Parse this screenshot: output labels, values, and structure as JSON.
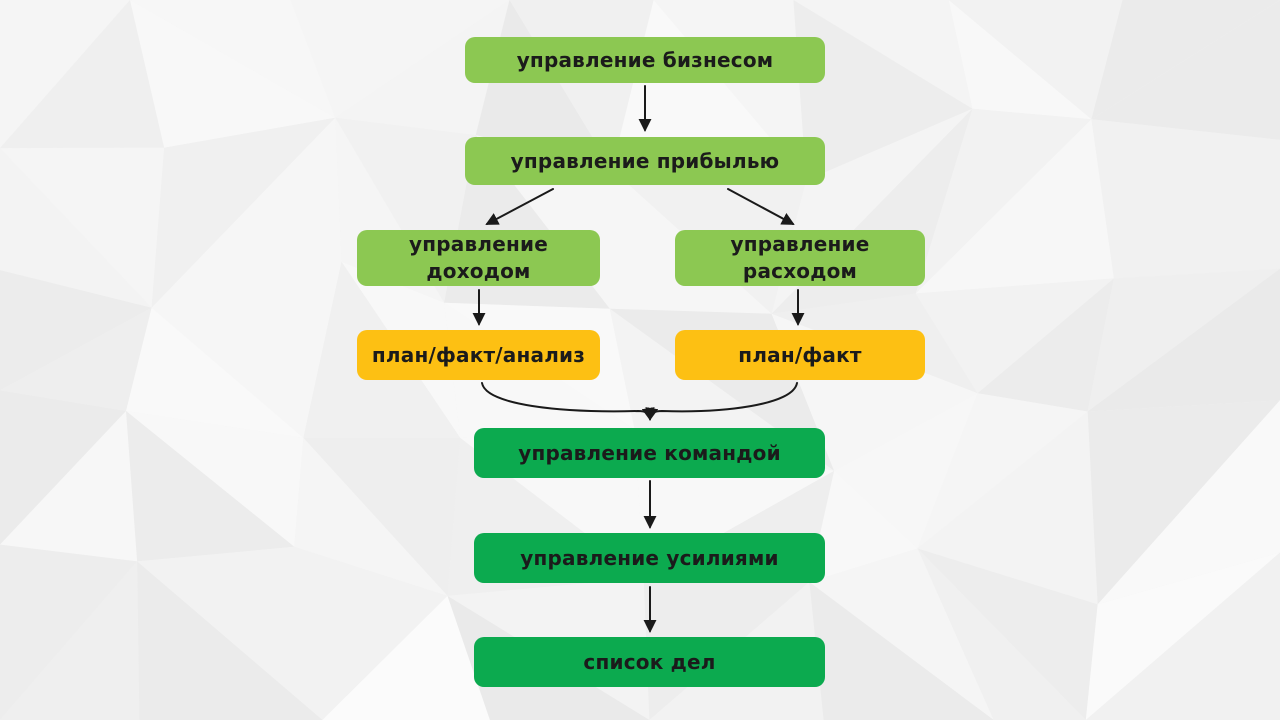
{
  "diagram": {
    "palette": {
      "light_green": "#8cc852",
      "yellow": "#fdc013",
      "dark_green": "#0caa4f",
      "text": "#1b1b1b",
      "arrow": "#1a1a1a",
      "background": "#f2f2f2"
    },
    "nodes": [
      {
        "id": "business",
        "label": "управление бизнесом",
        "color": "light_green"
      },
      {
        "id": "profit",
        "label": "управление прибылью",
        "color": "light_green"
      },
      {
        "id": "income",
        "label": "управление доходом",
        "color": "light_green"
      },
      {
        "id": "expense",
        "label": "управление расходом",
        "color": "light_green"
      },
      {
        "id": "pfa",
        "label": "план/факт/анализ",
        "color": "yellow"
      },
      {
        "id": "pf",
        "label": "план/факт",
        "color": "yellow"
      },
      {
        "id": "team",
        "label": "управление командой",
        "color": "dark_green"
      },
      {
        "id": "efforts",
        "label": "управление усилиями",
        "color": "dark_green"
      },
      {
        "id": "todo",
        "label": "список дел",
        "color": "dark_green"
      }
    ],
    "edges": [
      {
        "from": "business",
        "to": "profit"
      },
      {
        "from": "profit",
        "to": "income"
      },
      {
        "from": "profit",
        "to": "expense"
      },
      {
        "from": "income",
        "to": "pfa"
      },
      {
        "from": "expense",
        "to": "pf"
      },
      {
        "from": "pfa",
        "to": "team"
      },
      {
        "from": "pf",
        "to": "team"
      },
      {
        "from": "team",
        "to": "efforts"
      },
      {
        "from": "efforts",
        "to": "todo"
      }
    ]
  }
}
